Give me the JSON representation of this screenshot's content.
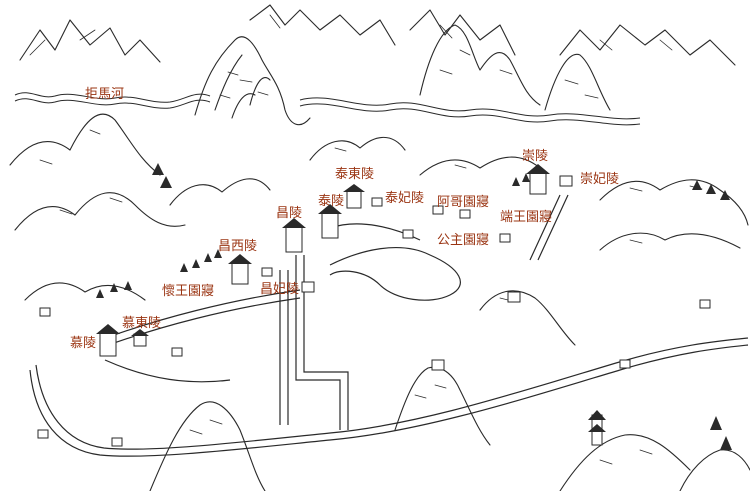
{
  "map": {
    "colors": {
      "ink": "#2a2a2a",
      "label": "#9a3412",
      "paper": "#ffffff"
    },
    "labels": {
      "juma_river": "拒馬河",
      "tai_east": "泰東陵",
      "tai": "泰陵",
      "tai_consort": "泰妃陵",
      "chang": "昌陵",
      "chang_west": "昌西陵",
      "chang_consort": "昌妃陵",
      "huai_prince": "懷王園寢",
      "mu_east": "慕東陵",
      "mu": "慕陵",
      "age": "阿哥園寢",
      "duan_prince": "端王園寢",
      "princess": "公主園寢",
      "chong": "崇陵",
      "chong_consort": "崇妃陵"
    }
  }
}
